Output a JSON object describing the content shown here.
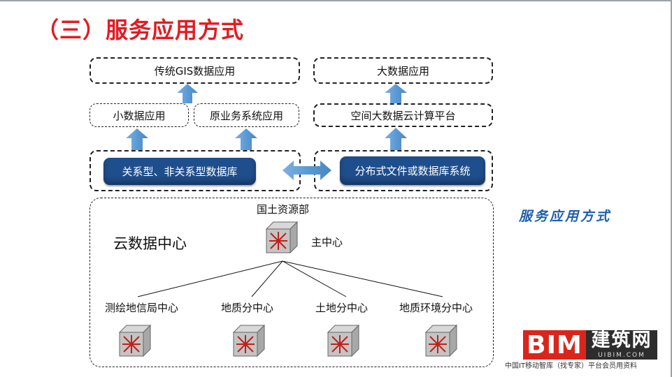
{
  "title": "（三）服务应用方式",
  "top_row": {
    "traditional_gis": "传统GIS数据应用",
    "big_data_app": "大数据应用"
  },
  "middle_row": {
    "small_data_app": "小数据应用",
    "original_business_app": "原业务系统应用",
    "cloud_platform": "空间大数据云计算平台"
  },
  "storage_row": {
    "relational_db": "关系型、非关系型数据库",
    "distributed_fs": "分布式文件或数据库系统"
  },
  "cloud_center": {
    "label": "云数据中心",
    "main_node_name": "国土资源部",
    "main_node_role": "主中心",
    "branches": [
      "测绘地信局中心",
      "地质分中心",
      "土地分中心",
      "地质环境分中心"
    ]
  },
  "side_label": "服务应用方式",
  "watermark": {
    "logo_text": "BIM",
    "logo_cn": "建筑网",
    "logo_url": "UIBIM.COM",
    "footer_text": "中国IT移动智库（找专家）平台会员用资料"
  },
  "icons": [
    "switch-icon",
    "up-arrow-icon",
    "double-arrow-icon"
  ],
  "colors": {
    "title_red": "#e31b23",
    "pill_blue": "#1f4e8c",
    "arrow_blue": "#5b9bd5",
    "side_label_blue": "#1f5ea8",
    "logo_red": "#d9261c"
  }
}
